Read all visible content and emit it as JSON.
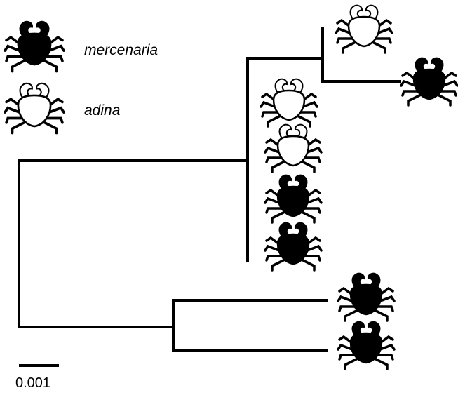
{
  "legend": {
    "items": [
      {
        "label": "mercenaria",
        "fill": "dark"
      },
      {
        "label": "adina",
        "fill": "light"
      }
    ]
  },
  "scale_bar": {
    "label": "0.001"
  },
  "tree": {
    "leaves": [
      {
        "species": "adina"
      },
      {
        "species": "mercenaria"
      },
      {
        "species": "adina"
      },
      {
        "species": "adina"
      },
      {
        "species": "mercenaria"
      },
      {
        "species": "mercenaria"
      },
      {
        "species": "mercenaria"
      },
      {
        "species": "mercenaria"
      }
    ]
  },
  "colors": {
    "line": "#000000",
    "dark_crab": "#000000",
    "light_crab": "#ffffff"
  }
}
